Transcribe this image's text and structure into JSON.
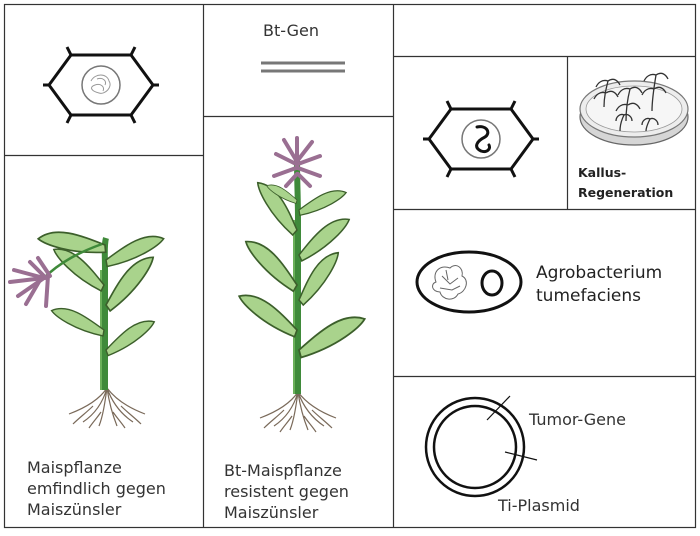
{
  "labels": {
    "bt_gen": "Bt-Gen",
    "kallus_line1": "Kallus-",
    "kallus_line2": "Regeneration",
    "agro_line1": "Agrobacterium",
    "agro_line2": "tumefaciens",
    "tumor_gene": "Tumor-Gene",
    "ti_plasmid": "Ti-Plasmid",
    "plant1_line1": "Maispflanze",
    "plant1_line2": "emfindlich gegen",
    "plant1_line3": "Maiszünsler",
    "plant2_line1": "Bt-Maispflanze",
    "plant2_line2": "resistent gegen",
    "plant2_line3": "Maiszünsler"
  },
  "colors": {
    "grid_line": "#333333",
    "leaf_fill": "#a9d38c",
    "leaf_stroke": "#3c5f2b",
    "stem": "#3f8a3a",
    "tassel": "#9a6f92",
    "roots": "#7a6a5a",
    "gene_line": "#777777"
  },
  "icons": [
    "plant-cell-icon",
    "bt-gene-symbol",
    "petri-dish-icon",
    "bacterium-icon",
    "plasmid-ring-icon",
    "maize-plant-icon"
  ]
}
